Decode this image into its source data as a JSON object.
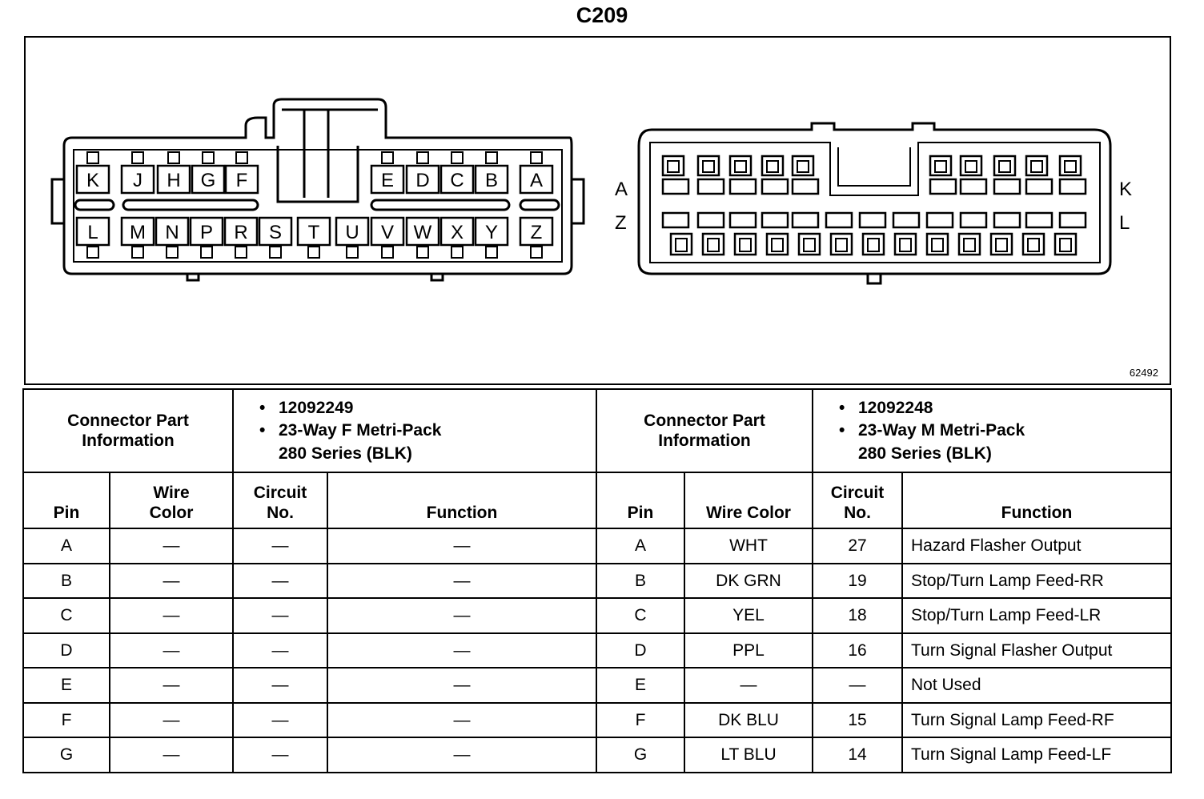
{
  "title": "C209",
  "figure_number": "62492",
  "connector_left": {
    "top_row_left": [
      "K",
      "J",
      "H",
      "G",
      "F"
    ],
    "top_row_right": [
      "E",
      "D",
      "C",
      "B",
      "A"
    ],
    "bottom_row": [
      "L",
      "M",
      "N",
      "P",
      "R",
      "S",
      "T",
      "U",
      "V",
      "W",
      "X",
      "Y",
      "Z"
    ]
  },
  "connector_right": {
    "side_labels": [
      "A",
      "Z",
      "K",
      "L"
    ]
  },
  "left_info": {
    "label_line1": "Connector Part",
    "label_line2": "Information",
    "part_number": "12092249",
    "desc_line1": "23-Way F Metri-Pack",
    "desc_line2": "280 Series (BLK)"
  },
  "right_info": {
    "label_line1": "Connector Part",
    "label_line2": "Information",
    "part_number": "12092248",
    "desc_line1": "23-Way M Metri-Pack",
    "desc_line2": "280 Series (BLK)"
  },
  "bullet": "•",
  "headers": {
    "pin": "Pin",
    "wire_color_line1": "Wire",
    "wire_color_line2": "Color",
    "circuit_line1": "Circuit",
    "circuit_line2": "No.",
    "function": "Function",
    "wire_color": "Wire Color"
  },
  "rows": [
    {
      "l_pin": "A",
      "l_color": "—",
      "l_circuit": "—",
      "l_function": "—",
      "r_pin": "A",
      "r_color": "WHT",
      "r_circuit": "27",
      "r_function": "Hazard Flasher Output"
    },
    {
      "l_pin": "B",
      "l_color": "—",
      "l_circuit": "—",
      "l_function": "—",
      "r_pin": "B",
      "r_color": "DK GRN",
      "r_circuit": "19",
      "r_function": "Stop/Turn Lamp Feed-RR"
    },
    {
      "l_pin": "C",
      "l_color": "—",
      "l_circuit": "—",
      "l_function": "—",
      "r_pin": "C",
      "r_color": "YEL",
      "r_circuit": "18",
      "r_function": "Stop/Turn Lamp Feed-LR"
    },
    {
      "l_pin": "D",
      "l_color": "—",
      "l_circuit": "—",
      "l_function": "—",
      "r_pin": "D",
      "r_color": "PPL",
      "r_circuit": "16",
      "r_function": "Turn Signal Flasher Output"
    },
    {
      "l_pin": "E",
      "l_color": "—",
      "l_circuit": "—",
      "l_function": "—",
      "r_pin": "E",
      "r_color": "—",
      "r_circuit": "—",
      "r_function": "Not Used"
    },
    {
      "l_pin": "F",
      "l_color": "—",
      "l_circuit": "—",
      "l_function": "—",
      "r_pin": "F",
      "r_color": "DK BLU",
      "r_circuit": "15",
      "r_function": "Turn Signal Lamp Feed-RF"
    },
    {
      "l_pin": "G",
      "l_color": "—",
      "l_circuit": "—",
      "l_function": "—",
      "r_pin": "G",
      "r_color": "LT BLU",
      "r_circuit": "14",
      "r_function": "Turn Signal Lamp Feed-LF"
    }
  ]
}
